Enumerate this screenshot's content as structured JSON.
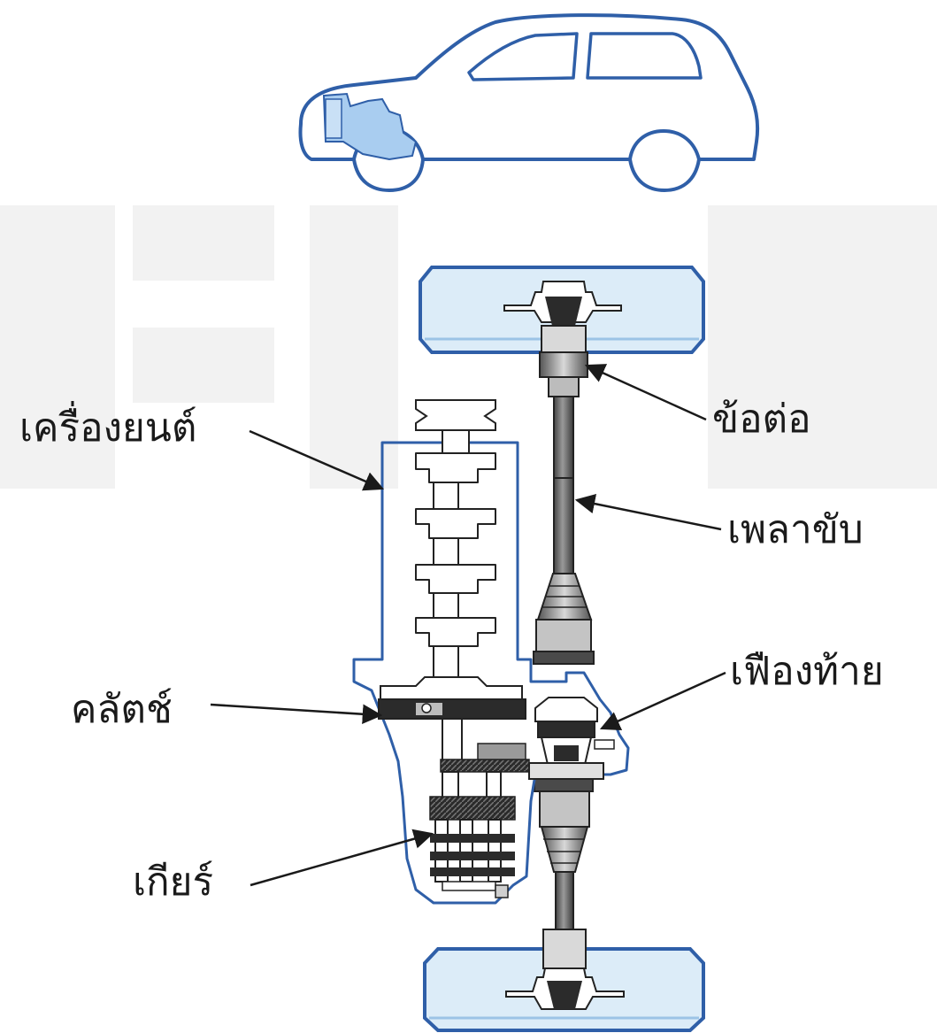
{
  "labels": {
    "engine": "เครื่องยนต์",
    "clutch": "คลัตช์",
    "gear": "เกียร์",
    "joint": "ข้อต่อ",
    "drive_shaft": "เพลาขับ",
    "differential": "เฟืองท้าย"
  },
  "colors": {
    "outline": "#2f5fa8",
    "wheel_fill": "#dcecf8",
    "engine_fill": "#a9cdf0",
    "ink": "#1a1a1a",
    "part_dark": "#2b2b2b",
    "part_mid": "#8a8a8a",
    "part_light": "#e6e6e6",
    "watermark": "#f2f2f2"
  }
}
